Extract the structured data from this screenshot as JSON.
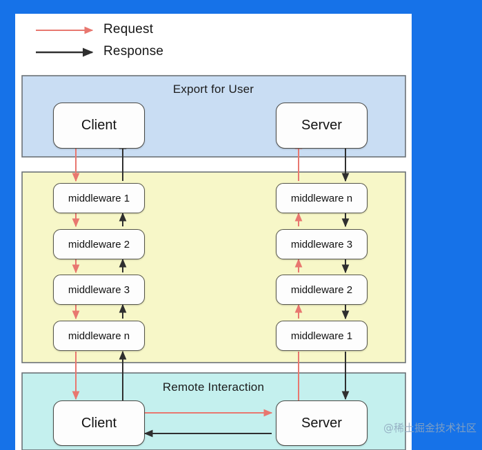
{
  "page": {
    "background_color": "#1672e8",
    "canvas_color": "#ffffff",
    "watermark": "@稀土掘金技术社区"
  },
  "legend": {
    "items": [
      {
        "label": "Request",
        "color": "#e8776f",
        "arrow": "arrow-right-icon"
      },
      {
        "label": "Response",
        "color": "#2f2f2f",
        "arrow": "arrow-right-icon"
      }
    ]
  },
  "sections": [
    {
      "id": "export-for-user",
      "title": "Export for User",
      "color": "#c9ddf3",
      "nodes": [
        {
          "id": "client-top",
          "label": "Client"
        },
        {
          "id": "server-top",
          "label": "Server"
        }
      ]
    },
    {
      "id": "middleware-stack",
      "title": "",
      "color": "#f7f7c8",
      "left_column": [
        {
          "id": "mw-l-1",
          "label": "middleware 1"
        },
        {
          "id": "mw-l-2",
          "label": "middleware 2"
        },
        {
          "id": "mw-l-3",
          "label": "middleware 3"
        },
        {
          "id": "mw-l-n",
          "label": "middleware n"
        }
      ],
      "right_column": [
        {
          "id": "mw-r-n",
          "label": "middleware n"
        },
        {
          "id": "mw-r-3",
          "label": "middleware 3"
        },
        {
          "id": "mw-r-2",
          "label": "middleware 2"
        },
        {
          "id": "mw-r-1",
          "label": "middleware 1"
        }
      ]
    },
    {
      "id": "remote-interaction",
      "title": "Remote Interaction",
      "color": "#c4f0ee",
      "nodes": [
        {
          "id": "client-bottom",
          "label": "Client"
        },
        {
          "id": "server-bottom",
          "label": "Server"
        }
      ]
    }
  ],
  "colors": {
    "request_arrow": "#e8776f",
    "response_arrow": "#2f2f2f",
    "panel_border": "#6b7176",
    "node_border": "#4a4a46",
    "blue_panel": "#c9ddf3",
    "yellow_panel": "#f7f7c8",
    "cyan_panel": "#c4f0ee",
    "page_blue": "#1672e8"
  }
}
